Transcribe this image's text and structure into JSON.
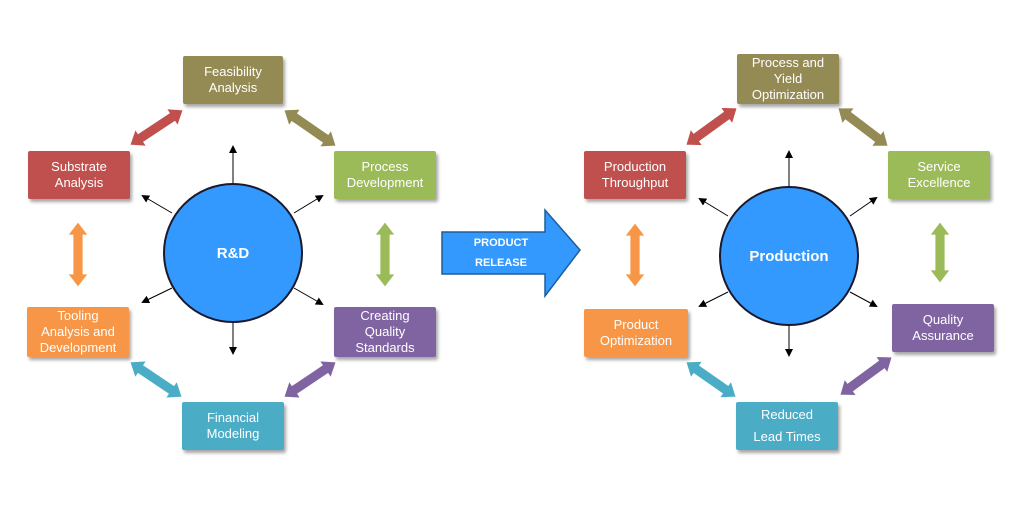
{
  "colors": {
    "olive": "#948a54",
    "green": "#9bbb59",
    "purple": "#8064a2",
    "teal": "#4bacc6",
    "orange": "#f79646",
    "red": "#c0504d",
    "blue": "#3399ff",
    "arrow_blue": "#3399ff",
    "arrow_border": "#1f5e99"
  },
  "rd": {
    "center": "R&D",
    "feasibility": "Feasibility\nAnalysis",
    "process_dev": "Process\nDevelopment",
    "quality_standards": "Creating\nQuality\nStandards",
    "financial": "Financial\nModeling",
    "tooling": "Tooling\nAnalysis and\nDevelopment",
    "substrate": "Substrate\nAnalysis"
  },
  "release": {
    "line1": "PRODUCT",
    "line2": "RELEASE"
  },
  "production": {
    "center": "Production",
    "process_yield": "Process and\nYield\nOptimization",
    "service": "Service\nExcellence",
    "quality_assurance": "Quality\nAssurance",
    "lead_times": "Reduced\nLead Times",
    "product_opt": "Product\nOptimization",
    "throughput": "Production\nThroughput"
  }
}
